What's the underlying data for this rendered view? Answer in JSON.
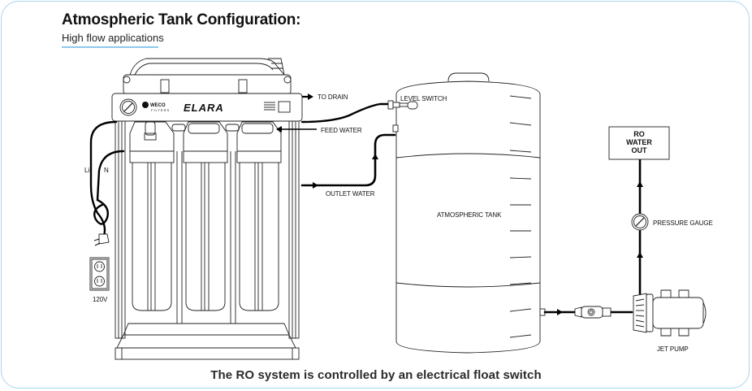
{
  "header": {
    "title": "Atmospheric Tank Configuration:",
    "subtitle": "High flow applications"
  },
  "ro_unit": {
    "brand": "ELARA",
    "maker_logo": "WECO",
    "maker_sub": "FILTERS",
    "filter_housings": 3
  },
  "labels": {
    "to_drain": "TO DRAIN",
    "feed_water": "FEED WATER",
    "outlet_water": "OUTLET WATER",
    "level_switch": "LEVEL SWITCH",
    "atmospheric_tank": "ATMOSPHERIC TANK",
    "ro_water_out": [
      "RO",
      "WATER",
      "OUT"
    ],
    "pressure_gauge": "PRESSURE GAUGE",
    "jet_pump": "JET PUMP",
    "live": "Li",
    "neutral": "N",
    "voltage": "120V"
  },
  "icons": {
    "pressure_gauge": "gauge-icon",
    "plug": "plug-icon",
    "outlet": "wall-outlet-icon",
    "pump": "pump-icon",
    "valve": "valve-icon",
    "arrow": "flow-arrow-icon"
  },
  "colors": {
    "frame_border": "#a9d4ee",
    "underline": "#8cc8ec",
    "ink": "#111111"
  },
  "caption": "The RO system is controlled by an electrical float switch"
}
